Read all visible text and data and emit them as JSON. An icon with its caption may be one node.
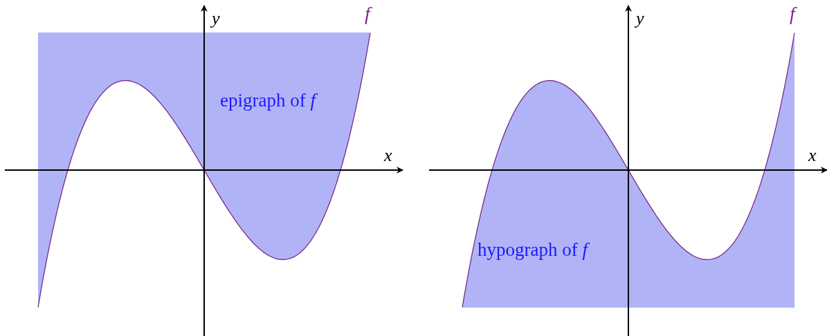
{
  "diagram": {
    "labels": [
      "y",
      "f",
      "epigraph of *f*",
      "x",
      "y",
      "f",
      "x",
      "hypograph of *f*"
    ]
  }
}
